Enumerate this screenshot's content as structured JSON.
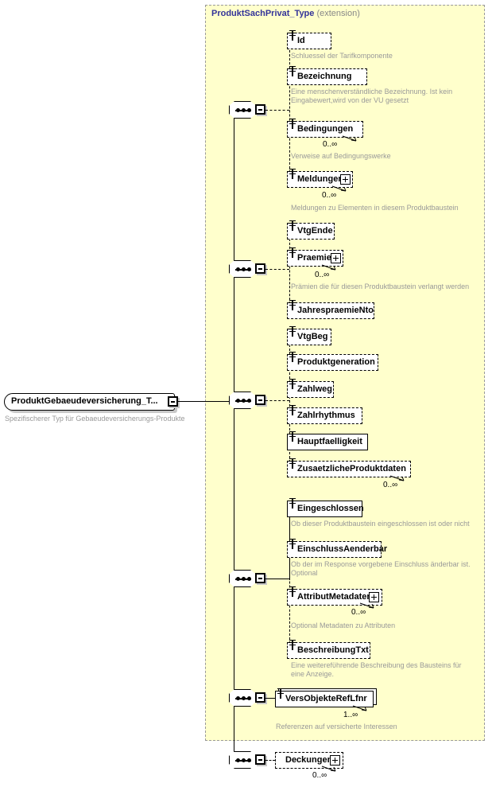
{
  "diagram": {
    "kind": "xsd-schema-diagram",
    "extension_panel": {
      "type_name": "ProduktSachPrivat_Type",
      "qualifier": "(extension)"
    },
    "root": {
      "label": "ProduktGebaeudeversicherung_T...",
      "description": "Spezifischerer Typ für Gebaeudeversicherungs-Produkte",
      "toggle": "collapse-minus"
    },
    "groups": [
      {
        "connector": "sequence",
        "toggle": "collapse-minus",
        "elements": [
          {
            "label": "Id",
            "optional": true,
            "expandable": false,
            "cardinality": "",
            "description": "Schluessel der Tarifkomponente"
          },
          {
            "label": "Bezeichnung",
            "optional": true,
            "expandable": false,
            "cardinality": "",
            "description": "Eine menschenverständliche Bezeichnung. Ist kein\nEingabewert,wird von der VU gesetzt"
          },
          {
            "label": "Bedingungen",
            "optional": true,
            "expandable": false,
            "cardinality": "0..∞",
            "description": "Verweise auf Bedingungswerke"
          },
          {
            "label": "Meldungen",
            "optional": true,
            "expandable": true,
            "cardinality": "0..∞",
            "description": "Meldungen zu Elementen in diesem Produktbaustein"
          }
        ]
      },
      {
        "connector": "sequence",
        "toggle": "collapse-minus",
        "elements": [
          {
            "label": "VtgEnde",
            "optional": true,
            "expandable": false,
            "cardinality": "",
            "description": ""
          },
          {
            "label": "Praemie",
            "optional": true,
            "expandable": true,
            "cardinality": "0..∞",
            "description": "Prämien die für diesen Produktbaustein verlangt werden"
          },
          {
            "label": "JahrespraemieNto",
            "optional": true,
            "expandable": false,
            "cardinality": "",
            "description": ""
          }
        ]
      },
      {
        "connector": "sequence",
        "toggle": "collapse-minus",
        "elements": [
          {
            "label": "VtgBeg",
            "optional": true,
            "expandable": false,
            "cardinality": "",
            "description": ""
          },
          {
            "label": "Produktgeneration",
            "optional": true,
            "expandable": false,
            "cardinality": "",
            "description": ""
          },
          {
            "label": "Zahlweg",
            "optional": true,
            "expandable": false,
            "cardinality": "",
            "description": ""
          },
          {
            "label": "Zahlrhythmus",
            "optional": true,
            "expandable": false,
            "cardinality": "",
            "description": ""
          },
          {
            "label": "Hauptfaelligkeit",
            "optional": false,
            "expandable": false,
            "cardinality": "",
            "description": ""
          },
          {
            "label": "ZusaetzlicheProduktdaten",
            "optional": true,
            "expandable": false,
            "cardinality": "0..∞",
            "description": ""
          }
        ]
      },
      {
        "connector": "sequence",
        "toggle": "collapse-minus",
        "elements": [
          {
            "label": "Eingeschlossen",
            "optional": false,
            "expandable": false,
            "cardinality": "",
            "description": "Ob dieser Produktbaustein eingeschlossen ist oder nicht"
          },
          {
            "label": "EinschlussAenderbar",
            "optional": true,
            "expandable": false,
            "cardinality": "",
            "description": "Ob der im Response vorgebene Einschluss änderbar ist.\nOptional"
          },
          {
            "label": "AttributMetadaten",
            "optional": true,
            "expandable": true,
            "cardinality": "0..∞",
            "description": "Optional Metadaten zu Attributen"
          },
          {
            "label": "BeschreibungTxt",
            "optional": true,
            "expandable": false,
            "cardinality": "",
            "description": "Eine weiterefϋhrende Beschreibung des Bausteins für\neine Anzeige."
          }
        ]
      },
      {
        "connector": "sequence",
        "toggle": "collapse-minus",
        "elements": [
          {
            "label": "VersObjekteRefLfnr",
            "optional": false,
            "expandable": false,
            "cardinality": "1..∞",
            "description": "Referenzen auf versicherte Interessen",
            "stacked": true
          }
        ]
      },
      {
        "connector": "sequence",
        "toggle": "collapse-minus",
        "outside_panel": true,
        "elements": [
          {
            "label": "Deckungen",
            "optional": true,
            "expandable": true,
            "cardinality": "0..∞",
            "description": ""
          }
        ]
      }
    ],
    "colors": {
      "panel_background": "#ffffcc",
      "panel_border": "#999999",
      "title_text": "#333399",
      "description_text": "#999999",
      "node_fill": "#ffffff",
      "node_border": "#000000",
      "shadow": "#c8c8c8"
    }
  }
}
